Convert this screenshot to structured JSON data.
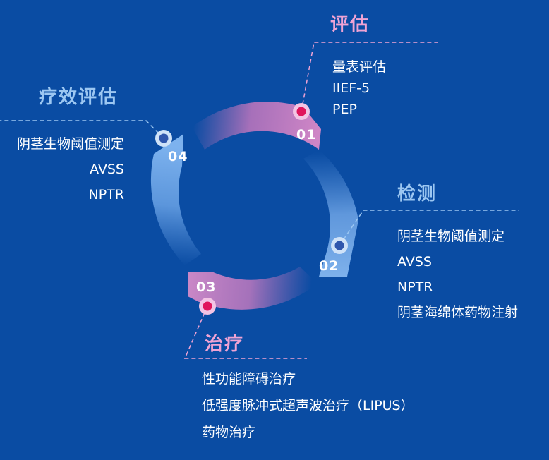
{
  "steps": [
    {
      "number": "01",
      "title": "评估",
      "items": [
        "量表评估",
        "IIEF-5",
        "PEP"
      ]
    },
    {
      "number": "02",
      "title": "检测",
      "items": [
        "阴茎生物阈值测定",
        "AVSS",
        "NPTR",
        "阴茎海绵体药物注射"
      ]
    },
    {
      "number": "03",
      "title": "治疗",
      "items": [
        "性功能障碍治疗",
        "低强度脉冲式超声波治疗（LIPUS）",
        "药物治疗"
      ]
    },
    {
      "number": "04",
      "title": "疗效评估",
      "items": [
        "阴茎生物阈值测定",
        "AVSS",
        "NPTR"
      ]
    }
  ],
  "colors": {
    "background": "#0a4ca3",
    "pink": "#f0a3d4",
    "blue": "#9cc7f2",
    "dot_pink": "#e0155c",
    "dot_blue": "#2f56ad"
  }
}
